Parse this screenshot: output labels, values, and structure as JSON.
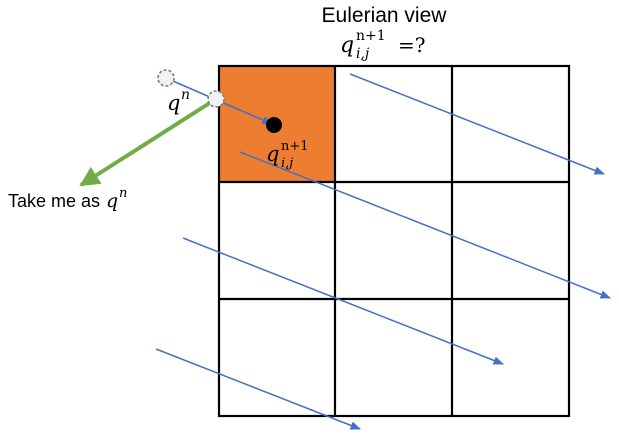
{
  "title": {
    "text": "Eulerian view",
    "equation": {
      "symbol": "q",
      "superscript": "n+1",
      "subscript": "i,j",
      "suffix": "=?"
    }
  },
  "labels": {
    "departure_point": {
      "symbol": "q",
      "superscript": "n"
    },
    "target_point": {
      "symbol": "q",
      "superscript": "n+1",
      "subscript": "i,j"
    },
    "note": {
      "text": "Take me as ",
      "symbol": "q",
      "superscript": "n"
    }
  },
  "grid": {
    "rows": 3,
    "cols": 3,
    "highlighted_cell": [
      0,
      0
    ]
  },
  "colors": {
    "highlight_cell": "#ED7D31",
    "flow_arrow": "#4472C4",
    "pointer_arrow": "#70AD47",
    "grid_line": "#000000",
    "target_point": "#000000"
  }
}
